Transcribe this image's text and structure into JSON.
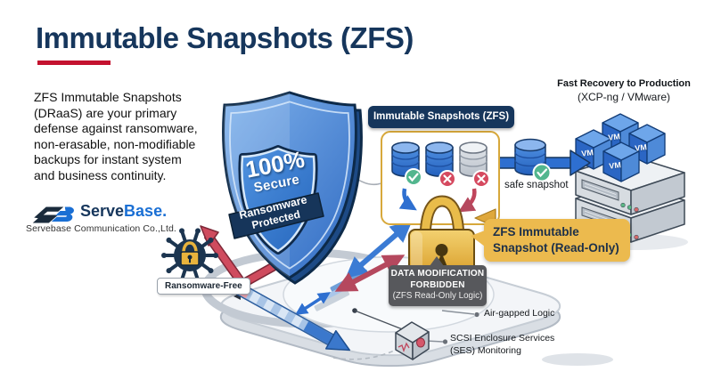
{
  "header": {
    "title": "Immutable Snapshots (ZFS)"
  },
  "intro": {
    "lines": [
      "ZFS Immutable Snapshots",
      "(DRaaS) are your primary",
      "defense against ransomware,",
      "non-erasable, non-modifiable",
      "backups for instant system",
      "and business continuity."
    ]
  },
  "brand": {
    "name_primary": "Serve",
    "name_secondary": "Base.",
    "company": "Servebase Communication Co.,Ltd."
  },
  "shield": {
    "percent": "100%",
    "secure": "Secure",
    "ribbon_line1": "Ransomware",
    "ribbon_line2": "Protected"
  },
  "attack": {
    "ransomware_free": "Ransomware-Free"
  },
  "snapshots": {
    "badge": "Immutable Snapshots (ZFS)",
    "safe_snapshot": "safe snapshot"
  },
  "callout": {
    "line1": "ZFS Immutable",
    "line2": "Snapshot (Read-Only)"
  },
  "forbidden": {
    "line1": "DATA MODIFICATION",
    "line2": "FORBIDDEN",
    "line3": "(ZFS Read-Only Logic)"
  },
  "recovery": {
    "title": "Fast Recovery to Production",
    "subtitle": "(XCP-ng / VMware)",
    "vm_label": "VM"
  },
  "monitoring": {
    "air_gapped": "Air-gapped Logic",
    "ses_line1": "SCSI Enclosure Services",
    "ses_line2": "(SES) Monitoring"
  },
  "colors": {
    "accent_red": "#c4122f",
    "navy": "#16365c",
    "shield_blue": "#3b7bd4",
    "lock_gold": "#e8b33c",
    "callout_gold": "#ecba4e",
    "attack_red": "#cf4b5e"
  }
}
